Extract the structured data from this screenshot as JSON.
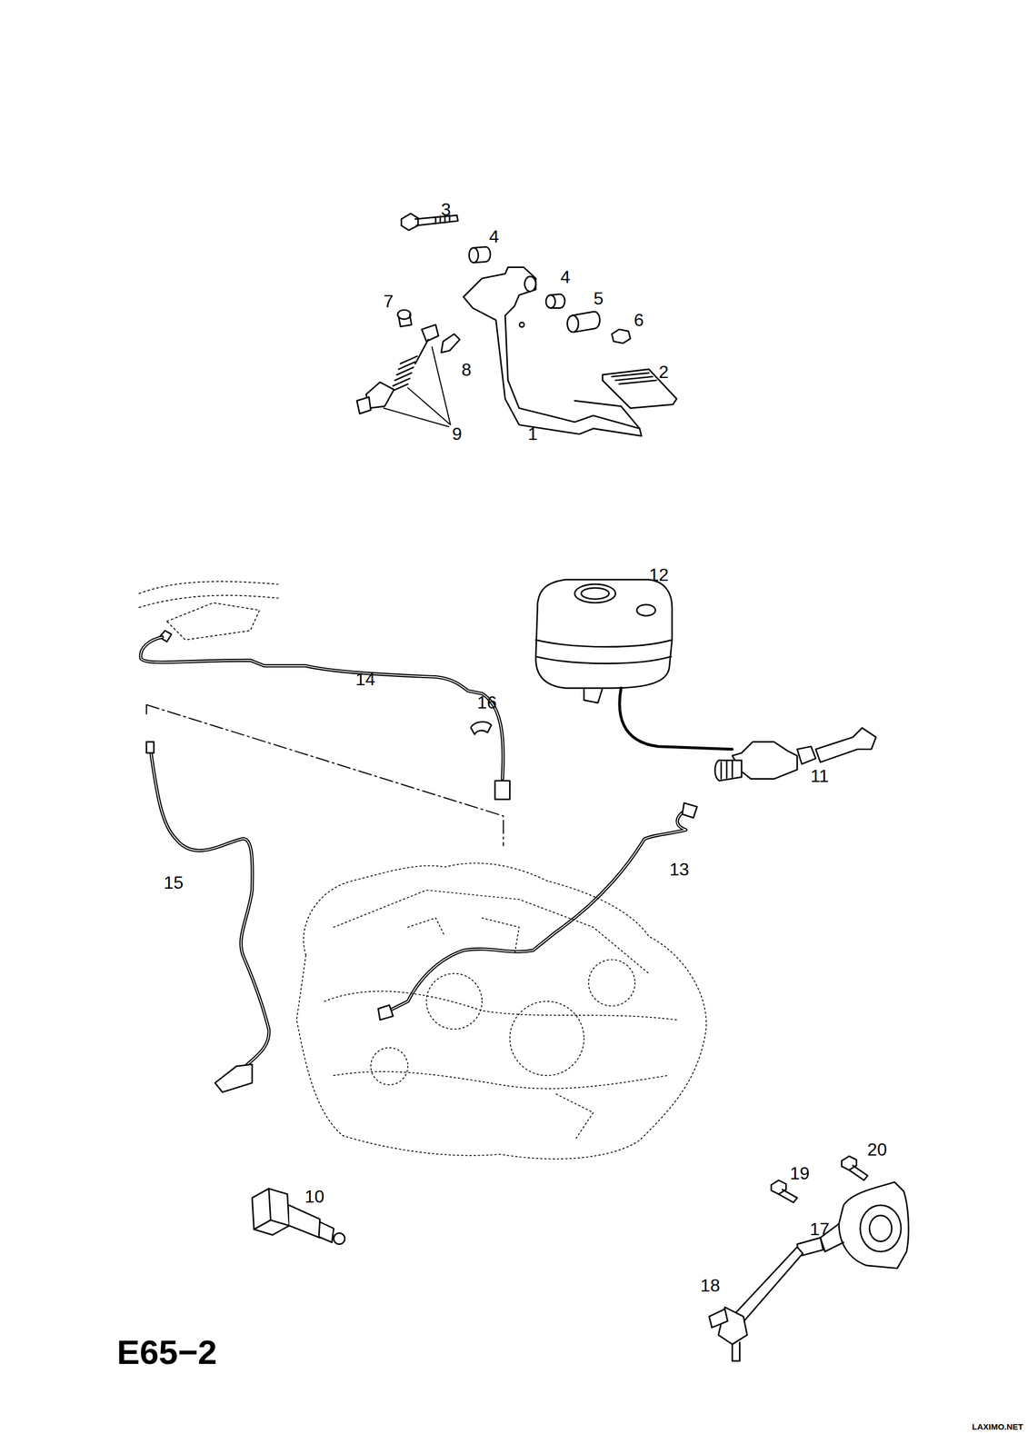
{
  "diagram": {
    "labels": [
      "3",
      "4",
      "4",
      "5",
      "6",
      "7",
      "8",
      "2",
      "9",
      "1",
      "12",
      "14",
      "16",
      "11",
      "13",
      "15",
      "10",
      "19",
      "20",
      "17",
      "18",
      "E65−2",
      "LAXIMO.NET"
    ]
  }
}
